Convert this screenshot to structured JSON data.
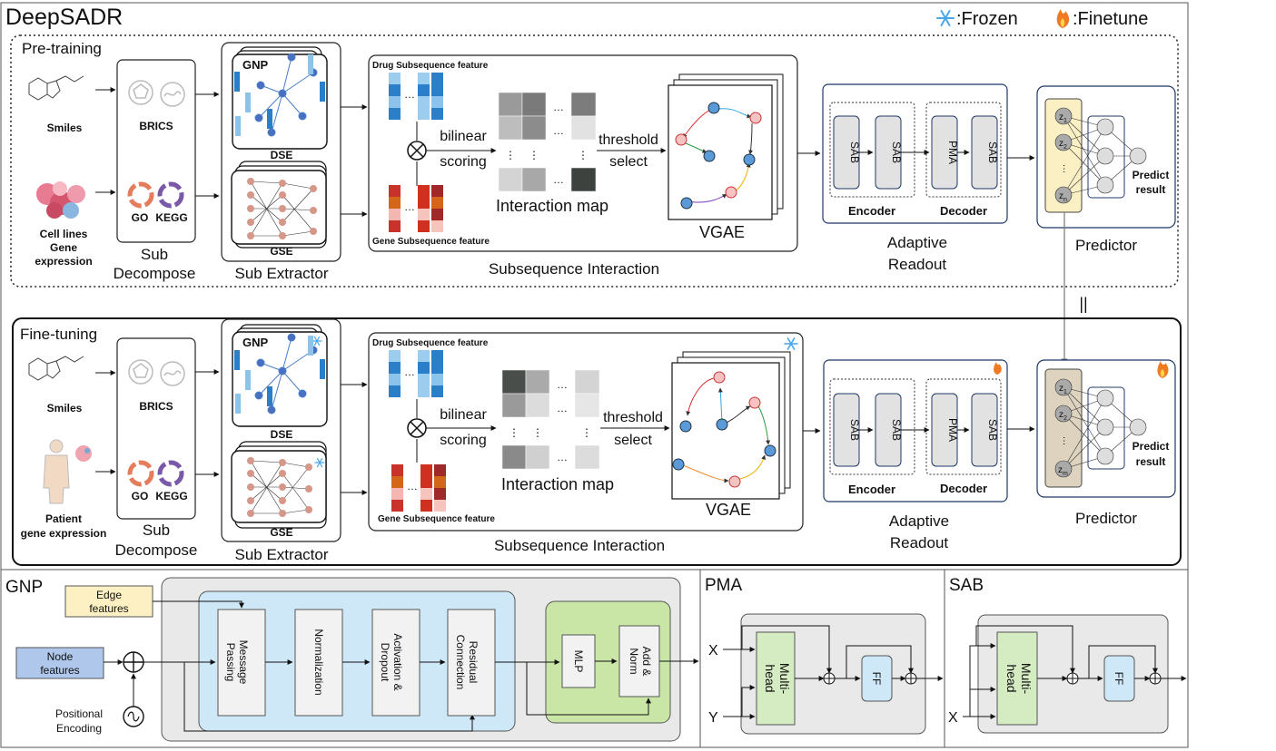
{
  "title": "DeepSADR",
  "legend": {
    "frozen": ":Frozen",
    "finetune": ":Finetune"
  },
  "pretrain": {
    "label": "Pre-training",
    "smiles": "Smiles",
    "cell_line": [
      "Cell lines",
      "Gene",
      "expression"
    ],
    "brics": "BRICS",
    "go": "GO",
    "kegg": "KEGG",
    "sub_decompose": [
      "Sub",
      "Decompose"
    ],
    "gnp": "GNP",
    "dse": "DSE",
    "gse": "GSE",
    "sub_extractor": "Sub Extractor",
    "drug_feat": "Drug Subsequence feature",
    "gene_feat": "Gene Subsequence feature",
    "bilinear": "bilinear",
    "scoring": "scoring",
    "threshold": "threshold",
    "select": "select",
    "imap": "Interaction map",
    "vgae": "VGAE",
    "sub_interaction": "Subsequence Interaction",
    "sab": "SAB",
    "pma": "PMA",
    "encoder": "Encoder",
    "decoder": "Decoder",
    "adaptive": "Adaptive",
    "readout": "Readout",
    "predict": "Predict",
    "result": "result",
    "predictor": "Predictor",
    "z_dots": "…",
    "ellipsis": "…",
    "vdots": "⋮"
  },
  "equals": "||",
  "finetune": {
    "label": "Fine-tuning",
    "smiles": "Smiles",
    "patient": [
      "Patient",
      "gene expression"
    ],
    "brics": "BRICS",
    "go": "GO",
    "kegg": "KEGG",
    "sub_decompose": [
      "Sub",
      "Decompose"
    ],
    "gnp": "GNP",
    "dse": "DSE",
    "gse": "GSE",
    "sub_extractor": "Sub Extractor",
    "drug_feat": "Drug Subsequence feature",
    "gene_feat": "Gene Subsequence feature",
    "bilinear": "bilinear",
    "scoring": "scoring",
    "threshold": "threshold",
    "select": "select",
    "imap": "Interaction map",
    "vgae": "VGAE",
    "sub_interaction": "Subsequence Interaction",
    "sab": "SAB",
    "pma": "PMA",
    "encoder": "Encoder",
    "decoder": "Decoder",
    "adaptive": "Adaptive",
    "readout": "Readout",
    "predict": "Predict",
    "result": "result",
    "predictor": "Predictor"
  },
  "gnp_panel": {
    "title": "GNP",
    "edge": [
      "Edge",
      "features"
    ],
    "node": [
      "Node",
      "features"
    ],
    "pos": [
      "Positional",
      "Encoding"
    ],
    "msg": [
      "Message",
      "Passing"
    ],
    "norm": "Normalization",
    "act": [
      "Activation &",
      "Dropout"
    ],
    "res": [
      "Residual",
      "Connection"
    ],
    "mlp": "MLP",
    "addnorm": [
      "Add &",
      "Norm"
    ]
  },
  "pma_panel": {
    "title": "PMA",
    "x": "X",
    "y": "Y",
    "mh": [
      "Multi-",
      "head"
    ],
    "ff": "FF"
  },
  "sab_panel": {
    "title": "SAB",
    "x": "X",
    "mh": [
      "Multi-",
      "head"
    ],
    "ff": "FF"
  },
  "colors": {
    "drug_blue": "#2a7fc8",
    "gene_red": "#c8322a",
    "gnp_blue": "#cfe8f7",
    "mlp_green": "#c9e6a6",
    "edge_yellow": "#fdf0c2",
    "node_blue": "#aec7ea",
    "node_pink": "#e8a3a3",
    "panel_gray": "#e9e9e9",
    "z_fill_pre": "#fbf0c4",
    "z_fill_ft": "#ddd3bf"
  }
}
